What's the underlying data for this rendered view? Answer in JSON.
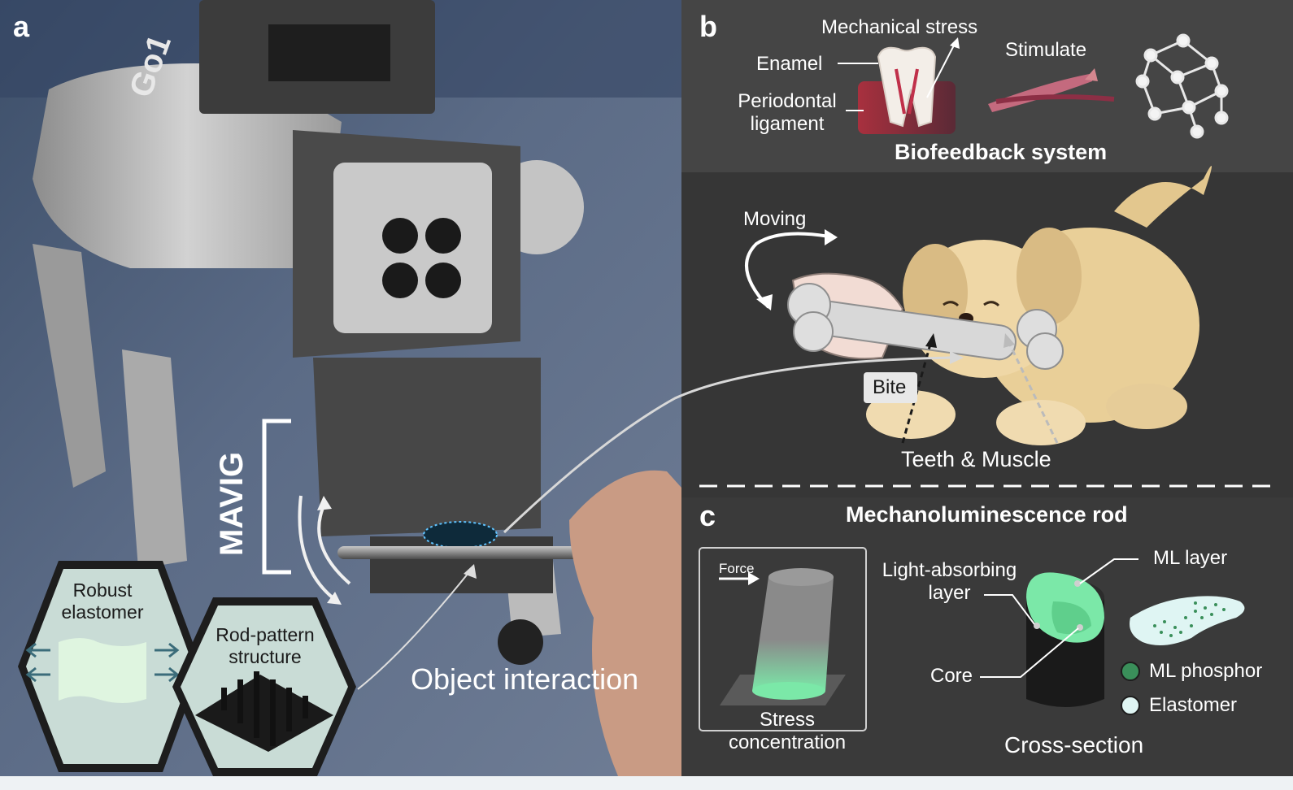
{
  "panels": {
    "a": {
      "letter": "a",
      "robot_logo": "Go1",
      "mavig_label": "MAVIG",
      "object_interaction": "Object interaction",
      "hex_robust": "Robust\nelastomer",
      "hex_rod": "Rod-pattern\nstructure"
    },
    "b": {
      "letter": "b",
      "mechanical_stress": "Mechanical stress",
      "enamel": "Enamel",
      "periodontal": "Periodontal\nligament",
      "stimulate": "Stimulate",
      "biofeedback": "Biofeedback system",
      "moving": "Moving",
      "bite": "Bite",
      "teeth_muscle": "Teeth & Muscle"
    },
    "c": {
      "letter": "c",
      "title": "Mechanoluminescence rod",
      "force": "Force",
      "stress_concentration": "Stress\nconcentration",
      "light_absorbing": "Light-absorbing\nlayer",
      "ml_layer": "ML layer",
      "core": "Core",
      "cross_section": "Cross-section",
      "legend": [
        {
          "label": "ML phosphor",
          "color": "#3a8f5a"
        },
        {
          "label": "Elastomer",
          "color": "#dff5f3"
        }
      ]
    }
  },
  "colors": {
    "panel_b_bg": "#3f3f3f",
    "panel_c_bg": "#3a3a3a",
    "hex_fill": "#c9dcd6",
    "ml_green": "#7be8a8",
    "gum": "#a8303e",
    "dog": "#e9cf98"
  }
}
